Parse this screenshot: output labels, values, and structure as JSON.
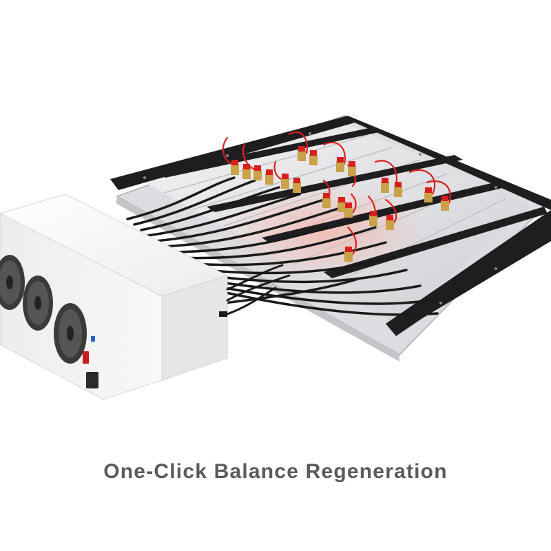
{
  "caption": "One-Click Balance Regeneration",
  "scene": {
    "subject": "battery-balance-regeneration-equipment",
    "colors": {
      "background": "#ffffff",
      "frame": "#1e1e20",
      "cell_tray": "#e8e8ea",
      "power_unit": "#f4f4f4",
      "lead_wire": "#d81f1f",
      "terminal_clamp": "#c9a24a",
      "cable": "#1a1a1a",
      "caption": "#5a5a5a"
    },
    "fan_count": 3,
    "clip_pair_count": 11
  }
}
